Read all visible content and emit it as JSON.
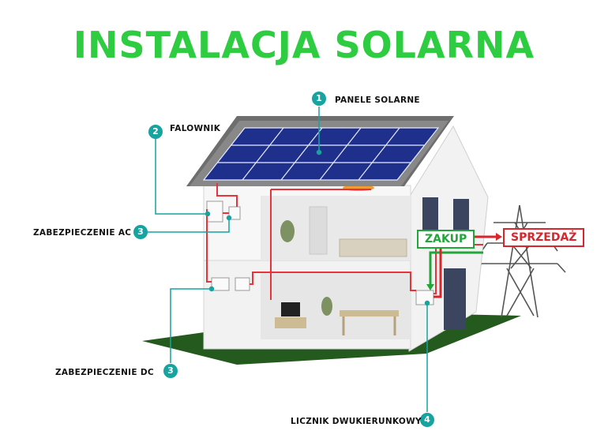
{
  "title": "INSTALACJA SOLARNA",
  "labels": {
    "panels": {
      "num": "1",
      "text": "PANELE SOLARNE"
    },
    "inverter": {
      "num": "2",
      "text": "FALOWNIK"
    },
    "ac_protection": {
      "num": "3",
      "text": "ZABEZPIECZENIE AC"
    },
    "dc_protection": {
      "num": "3",
      "text": "ZABEZPIECZENIE  DC"
    },
    "meter": {
      "num": "4",
      "text": "LICZNIK DWUKIERUNKOWY"
    }
  },
  "flows": {
    "buy": "ZAKUP",
    "sell": "SPRZEDAŻ"
  },
  "colors": {
    "title": "#2ecc40",
    "badge": "#17a3a0",
    "buy": "#21a63a",
    "sell": "#d8262c",
    "wire": "#e8333b",
    "lawn": "#245a1e",
    "panel": "#1f2f8c"
  }
}
